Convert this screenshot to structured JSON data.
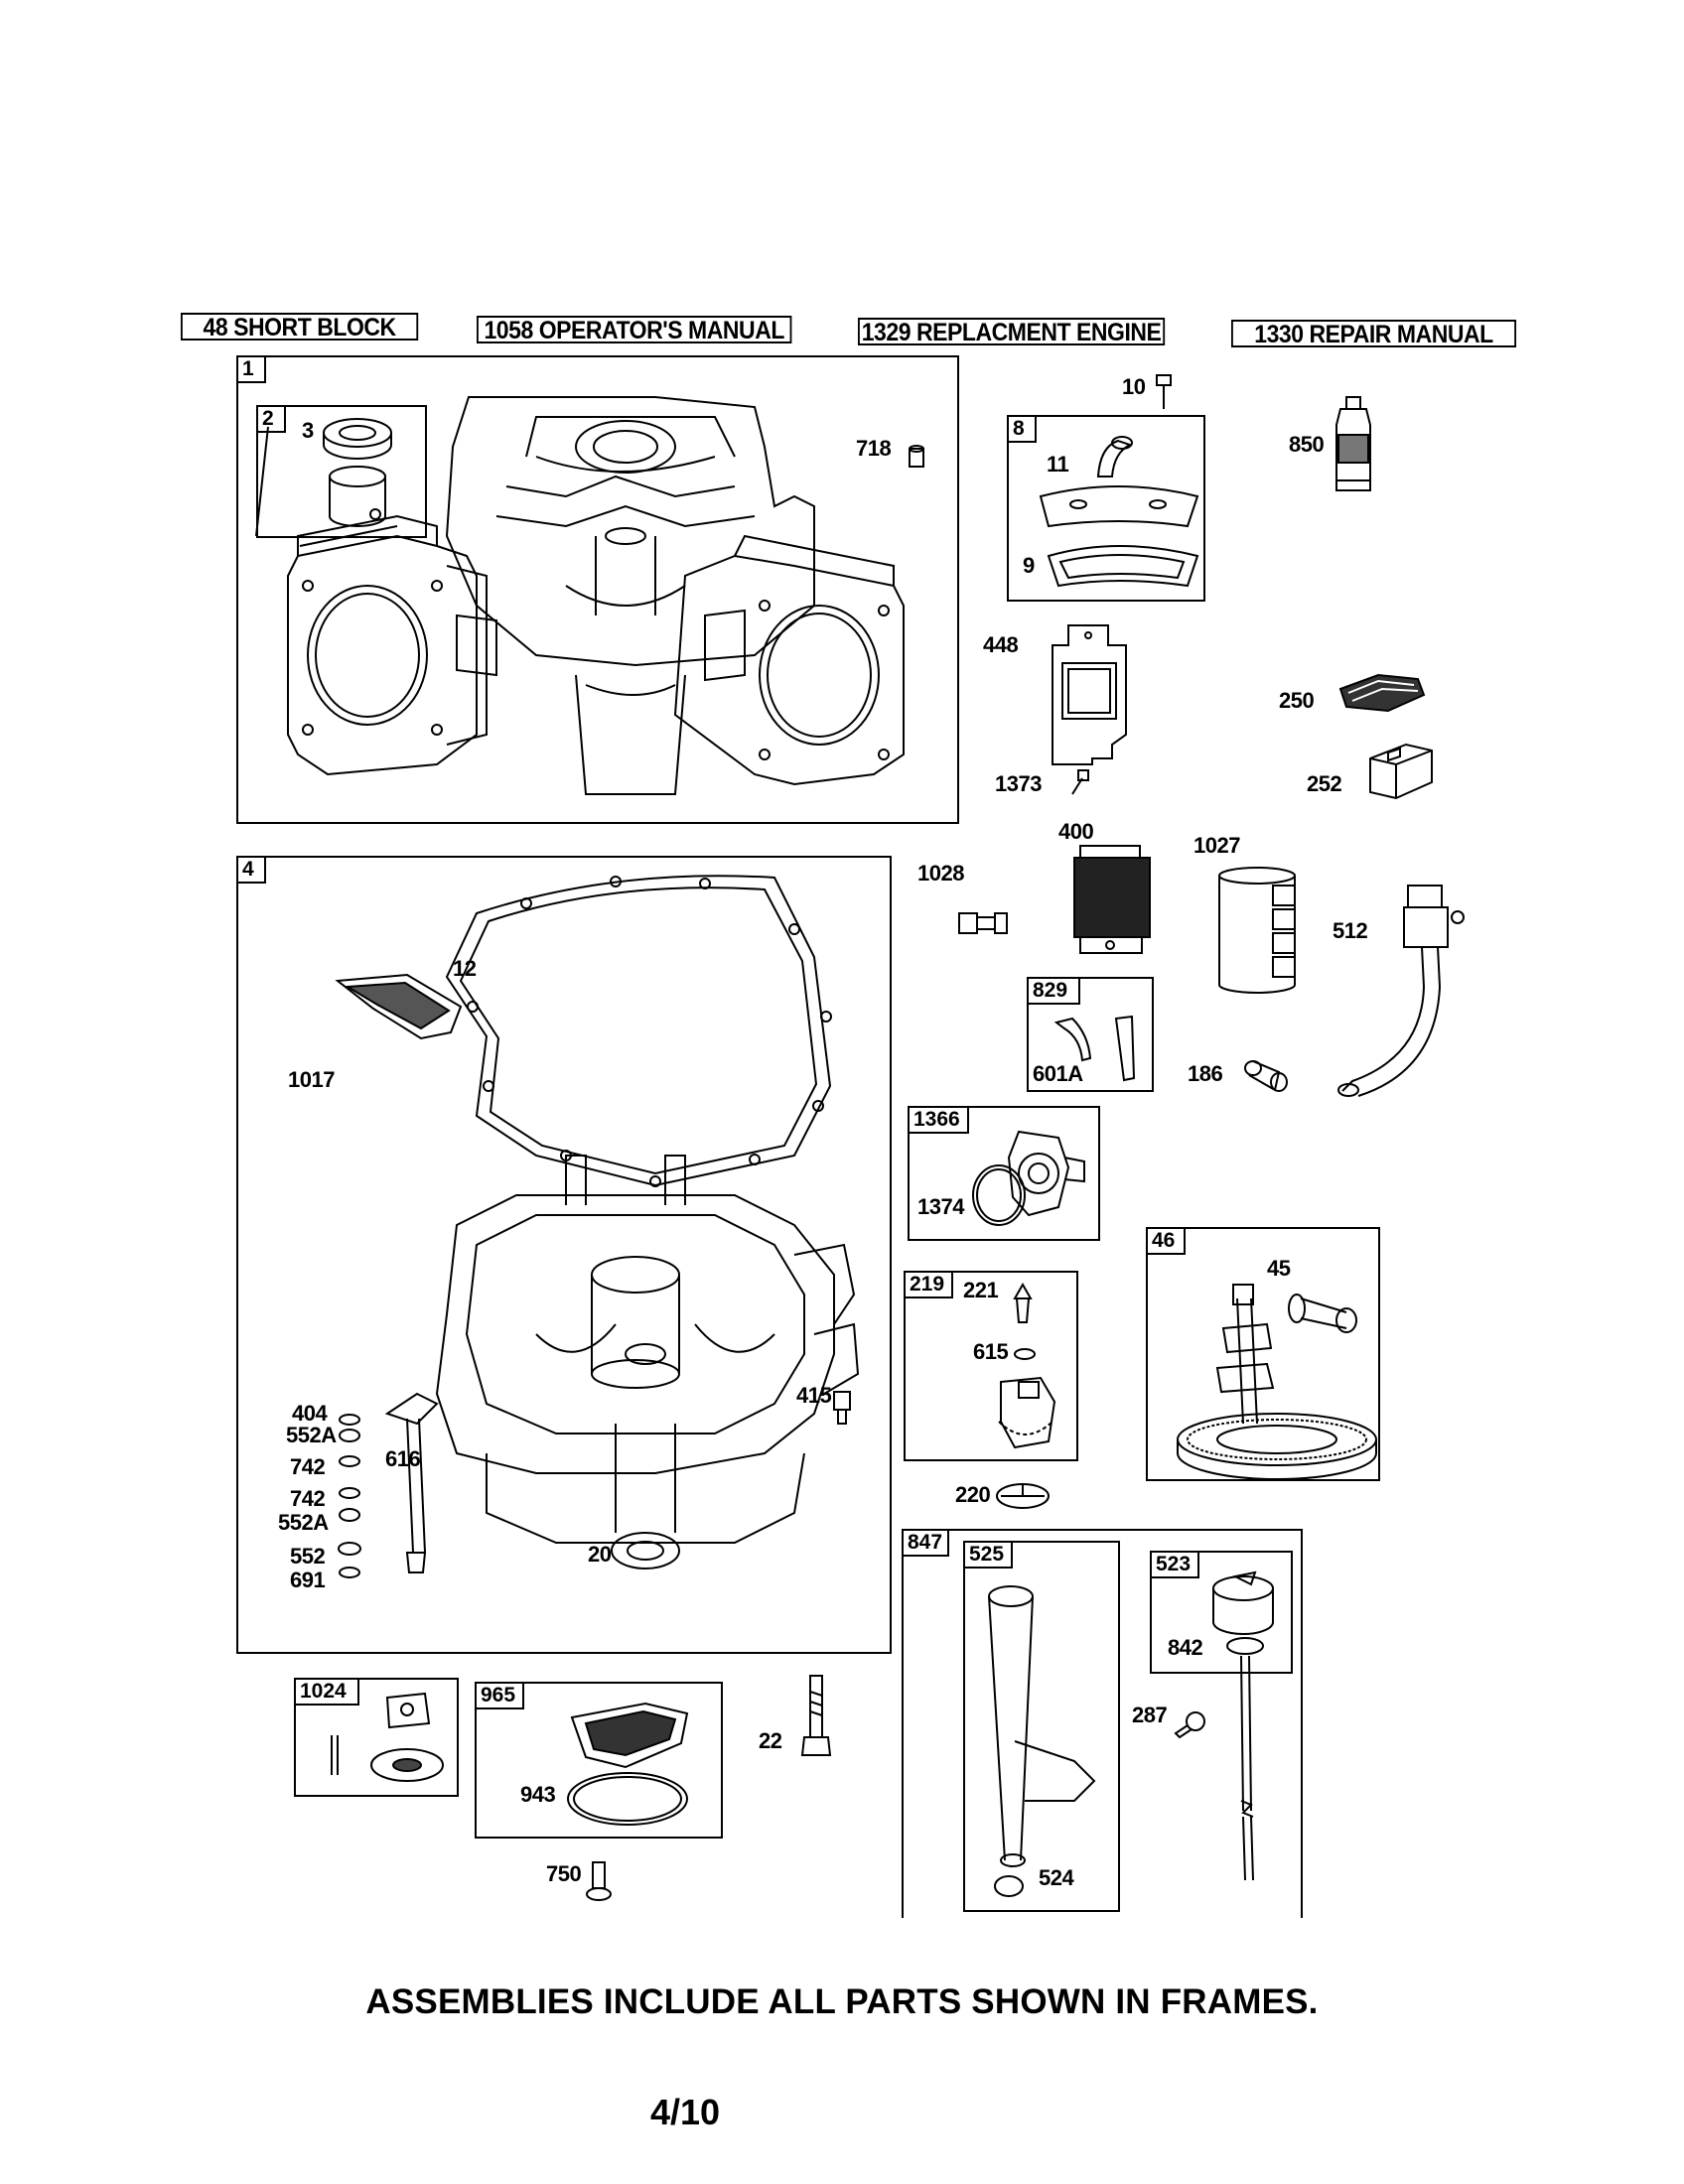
{
  "header_boxes": [
    "48 SHORT BLOCK",
    "1058 OPERATOR'S MANUAL",
    "1329 REPLACMENT ENGINE",
    "1330 REPAIR MANUAL"
  ],
  "frames": {
    "f1": "1",
    "f2": "2",
    "f4": "4",
    "f8": "8",
    "f829": "829",
    "f1366": "1366",
    "f219": "219",
    "f46": "46",
    "f847": "847",
    "f525": "525",
    "f523": "523",
    "f1024": "1024",
    "f965": "965"
  },
  "parts": {
    "p3": "3",
    "p718": "718",
    "p10": "10",
    "p11": "11",
    "p9": "9",
    "p850": "850",
    "p448": "448",
    "p1373": "1373",
    "p250": "250",
    "p252": "252",
    "p400": "400",
    "p1027": "1027",
    "p1028": "1028",
    "p512": "512",
    "p601A": "601A",
    "p186": "186",
    "p12": "12",
    "p1017": "1017",
    "p1374": "1374",
    "p221": "221",
    "p615": "615",
    "p45": "45",
    "p415": "415",
    "p404": "404",
    "p552A_1": "552A",
    "p742_1": "742",
    "p742_2": "742",
    "p552A_2": "552A",
    "p552": "552",
    "p691": "691",
    "p616": "616",
    "p20": "20",
    "p220": "220",
    "p842": "842",
    "p287": "287",
    "p524": "524",
    "p22": "22",
    "p943": "943",
    "p750": "750"
  },
  "footnote": "ASSEMBLIES INCLUDE ALL PARTS SHOWN IN FRAMES.",
  "page_number": "4/10"
}
